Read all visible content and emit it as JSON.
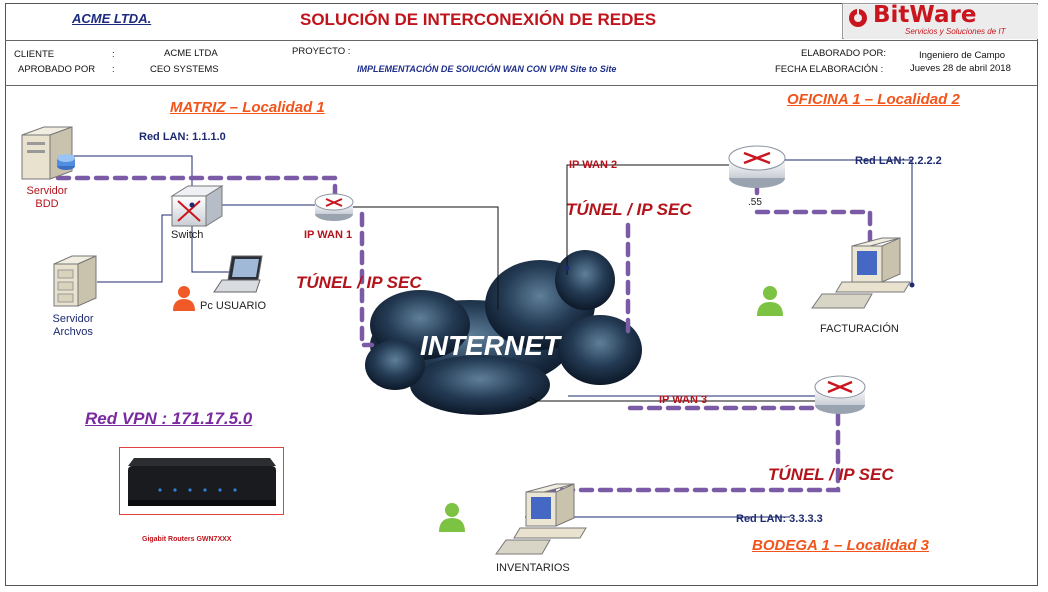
{
  "header": {
    "company": "ACME LTDA.",
    "title": "SOLUCIÓN DE INTERCONEXIÓN DE REDES",
    "logo_name": "BitWare",
    "logo_tagline": "Servicios y Soluciones de IT",
    "cliente_label": "CLIENTE",
    "cliente_sep": ":",
    "cliente_value": "ACME LTDA",
    "aprobado_label": "APROBADO  POR",
    "aprobado_sep": ":",
    "aprobado_value": "CEO SYSTEMS",
    "proyecto_label": "PROYECTO  :",
    "proyecto_value": "IMPLEMENTACIÓN DE SOlUCIÓN WAN CON VPN Site to Site",
    "elaborado_label": "ELABORADO POR:",
    "elaborado_value": "Ingeniero de Campo",
    "fecha_label": "FECHA ELABORACIÓN :",
    "fecha_value": "Jueves 28 de abril 2018"
  },
  "locations": {
    "matriz": "MATRIZ – Localidad 1",
    "oficina": "OFICINA 1 – Localidad 2",
    "bodega": "BODEGA 1 –  Localidad 3"
  },
  "networks": {
    "lan1": "Red LAN: 1.1.1.0",
    "lan2": "Red LAN: 2.2.2.2",
    "lan3": "Red LAN: 3.3.3.3",
    "wan1": "IP WAN 1",
    "wan2": "IP WAN 2",
    "wan3": "IP WAN 3",
    "wan2_mark": ".55",
    "internet": "INTERNET"
  },
  "tunnels": {
    "t1": "TÚNEL  / IP SEC",
    "t2": "TÚNEL  / IP SEC",
    "t3": "TÚNEL / IP SEC"
  },
  "devices": {
    "servidor_bdd_1": "Servidor",
    "servidor_bdd_2": "BDD",
    "switch": "Switch",
    "pc_usuario": "Pc USUARIO",
    "servidor_arch_1": "Servidor",
    "servidor_arch_2": "Archvos",
    "facturacion": "FACTURACIÓN",
    "inventarios": "INVENTARIOS"
  },
  "vpn": {
    "label": "Red VPN : 171.17.5.0",
    "router_model": "Gigabit Routers GWN7XXX"
  },
  "colors": {
    "title_red": "#c0141c",
    "location_orange": "#f2541b",
    "tunnel_purple": "#7b5aa6",
    "navy": "#1d2a70"
  }
}
